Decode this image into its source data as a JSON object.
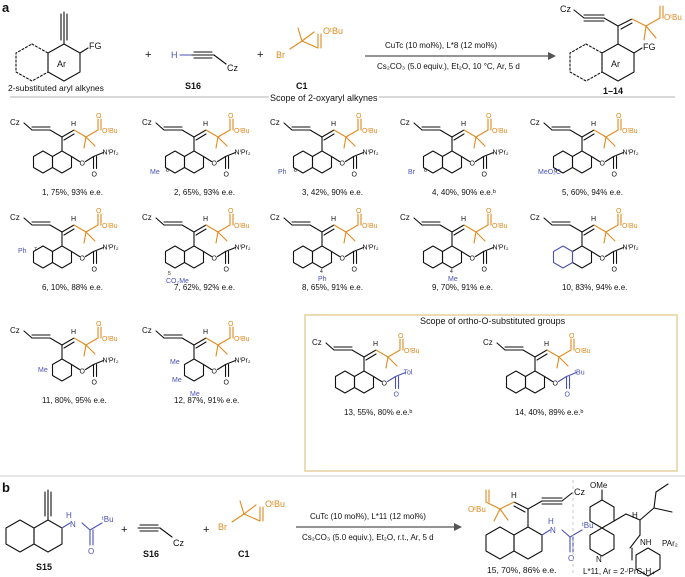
{
  "colors": {
    "orange": "#e08a1e",
    "purple": "#4a52b5",
    "scope_box": "#e7d3a3",
    "arrow": "#555555"
  },
  "panel_a": {
    "label": "a",
    "reagents": {
      "sm1": "2-substituted aryl alkynes",
      "ar": "Ar",
      "fg": "FG",
      "cz": "Cz",
      "s16": "S16",
      "c1": "C1",
      "br": "Br",
      "obu": "OᵗBu",
      "conditions_top": "CuTc (10 mol%), L*8 (12 mol%)",
      "conditions_bottom": "Cs₂CO₃ (5.0 equiv.), Et₂O, 10 °C, Ar, 5 d",
      "product": "1–14",
      "plus": "+"
    },
    "scope_title": "Scope of 2-oxyaryl alkynes",
    "scope_ortho": "Scope of ortho-O-substituted groups",
    "labels": {
      "np": "NⁱPr₂",
      "me": "Me",
      "ph": "Ph",
      "br": "Br",
      "meo2c": "MeO₂C",
      "co2me": "CO₂Me",
      "tol": "Tol",
      "tbu": "ᵗBu",
      "h": "H",
      "o": "O"
    },
    "entries": [
      {
        "id": "1",
        "text": "1, 75%, 93% e.e."
      },
      {
        "id": "2",
        "text": "2, 65%, 93% e.e."
      },
      {
        "id": "3",
        "text": "3, 42%, 90% e.e."
      },
      {
        "id": "4",
        "text": "4, 40%, 90% e.e.ᵇ"
      },
      {
        "id": "5",
        "text": "5, 60%, 94% e.e."
      },
      {
        "id": "6",
        "text": "6, 10%, 88% e.e."
      },
      {
        "id": "7",
        "text": "7, 62%, 92% e.e."
      },
      {
        "id": "8",
        "text": "8, 65%, 91% e.e."
      },
      {
        "id": "9",
        "text": "9, 70%, 91% e.e."
      },
      {
        "id": "10",
        "text": "10, 83%, 94% e.e."
      },
      {
        "id": "11",
        "text": "11, 80%, 95% e.e."
      },
      {
        "id": "12",
        "text": "12, 87%, 91% e.e."
      },
      {
        "id": "13",
        "text": "13, 55%, 80% e.e.ᵇ"
      },
      {
        "id": "14",
        "text": "14, 40%, 89% e.e.ᵇ"
      }
    ],
    "positions_nums": [
      "6",
      "6",
      "6",
      "6",
      "7",
      "5",
      "4",
      "4"
    ]
  },
  "panel_b": {
    "label": "b",
    "s15": "S15",
    "s16": "S16",
    "c1": "C1",
    "conditions_top": "CuTc (10 mol%), L*11 (12 mol%)",
    "conditions_bottom": "Cs₂CO₃ (5.0 equiv.), Et₂O, r.t., Ar, 5 d",
    "product": "15,  70%, 86% e.e.",
    "ligand": "L*11, Ar = 2-ⁱPrC₆H₄",
    "ome": "OMe",
    "par2": "PAr₂",
    "nh": "NH",
    "n": "N",
    "h": "H"
  }
}
